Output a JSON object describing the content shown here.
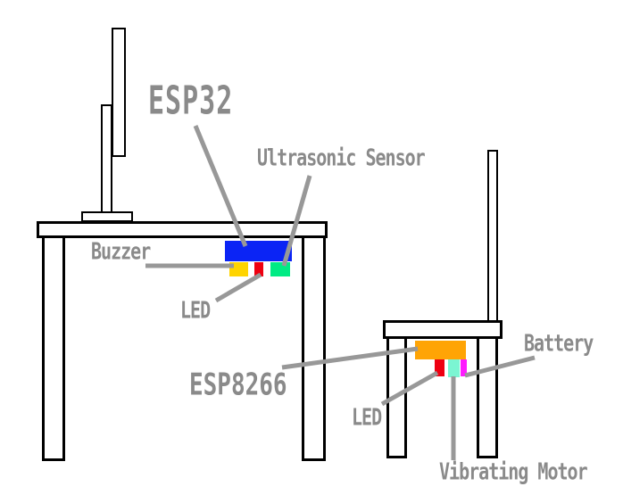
{
  "diagram": {
    "description_labels": {
      "esp32": "ESP32",
      "ultrasonic_sensor": "Ultrasonic Sensor",
      "buzzer": "Buzzer",
      "led_desk": "LED",
      "esp8266": "ESP8266",
      "battery": "Battery",
      "led_chair": "LED",
      "vibrating_motor": "Vibrating Motor"
    },
    "colors": {
      "esp32_board": "#0b24f5",
      "buzzer": "#ffd400",
      "led": "#ee0011",
      "ultrasonic_sensor": "#00eb84",
      "esp8266_board": "#ffa405",
      "battery": "#ff1aff",
      "vibrating_motor": "#7bf5d2",
      "label_text": "#8a8a8a",
      "leader_line": "#989898",
      "outline": "#000000",
      "background": "#ffffff"
    }
  }
}
